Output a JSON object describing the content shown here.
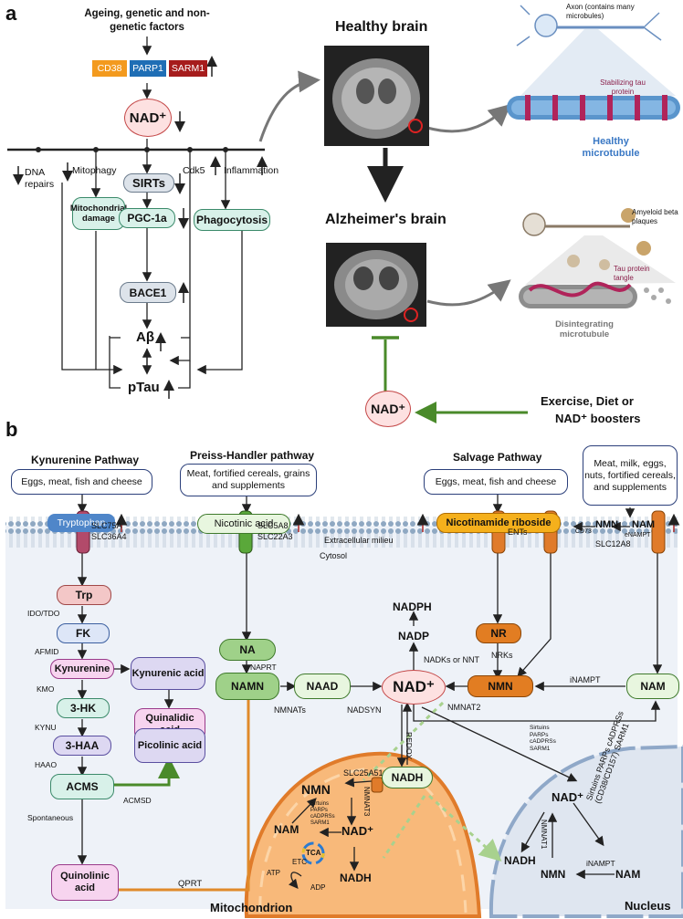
{
  "panel_a": {
    "label": "a",
    "ageing_title": "Ageing, genetic and non-genetic factors",
    "enzymes": [
      {
        "label": "CD38",
        "color": "#f39a1e"
      },
      {
        "label": "PARP1",
        "color": "#1f6eb5"
      },
      {
        "label": "SARM1",
        "color": "#a61c1c"
      }
    ],
    "nad": "NAD⁺",
    "dna_repairs": "DNA repairs",
    "mitophagy": "Mitophagy",
    "mito_damage": "Mitochondrial damage",
    "sirts": "SIRTs",
    "cdk5": "Cdk5",
    "inflammation": "Inflammation",
    "phagocytosis": "Phagocytosis",
    "pgc": "PGC-1a",
    "bace": "BACE1",
    "abeta": "Aβ",
    "ptau": "pTau",
    "healthy_brain": "Healthy brain",
    "alz_brain": "Alzheimer's brain",
    "axon_note": "Axon (contains many microbules)",
    "stab_tau": "Stabilizing tau protein",
    "healthy_mt": "Healthy microtubule",
    "amyloid": "Amyeloid beta plaques",
    "tau_tangle": "Tau protein tangle",
    "disint_mt": "Disintegrating microtubule",
    "booster_nad": "NAD⁺",
    "exercise": "Exercise, Diet or",
    "boosters": "NAD⁺ boosters"
  },
  "panel_b": {
    "label": "b",
    "kyn_title": "Kynurenine Pathway",
    "ph_title": "Preiss-Handler pathway",
    "salv_title": "Salvage Pathway",
    "kyn_src": "Eggs, meat, fish and cheese",
    "ph_src": "Meat, fortified cereals, grains and supplements",
    "salv_src": "Eggs, meat, fish and cheese",
    "nam_src": "Meat, milk, eggs, nuts, fortified cereals, and supplements",
    "tryptophan": "Tryptophan",
    "nicotinic": "Nicotinic acid",
    "nr_ext": "Nicotinamide riboside",
    "cd73": "CD73",
    "nmn_ext": "NMN",
    "nam_ext": "NAM",
    "enampt": "eNAMPT",
    "extracellular": "Extracellular milieu",
    "cytosol": "Cytosol",
    "slc75": "SLC75A",
    "slc36": "SLC36A4",
    "slc5": "SLC5A8",
    "slc22": "SLC22A3",
    "ents": "ENTs",
    "slc12": "SLC12A8",
    "trp": "Trp",
    "ido": "IDO/TDO",
    "fk": "FK",
    "afmid": "AFMID",
    "kynurenine": "Kynurenine",
    "kyn_acid": "Kynurenic acid",
    "kmo": "KMO",
    "hk": "3-HK",
    "quinaldic": "Quinalidic acid",
    "kynu": "KYNU",
    "haa": "3-HAA",
    "picolinic": "Picolinic acid",
    "haao": "HAAO",
    "acms": "ACMS",
    "acmsd": "ACMSD",
    "spontaneous": "Spontaneous",
    "quinolinic": "Quinolinic acid",
    "qprt": "QPRT",
    "na": "NA",
    "naprt": "NAPRT",
    "namn": "NAMN",
    "nmnats": "NMNATs",
    "naad": "NAAD",
    "nadsyn": "NADSYN",
    "nad": "NAD⁺",
    "nadph": "NADPH",
    "nadp": "NADP",
    "nadks": "NADKs or NNT",
    "nr": "NR",
    "nrks": "NRKs",
    "nmn": "NMN",
    "nmnat2": "NMNAT2",
    "inampt": "iNAMPT",
    "nam": "NAM",
    "consumers": "Sirtuins PARPs cADPRSs SARM1",
    "redox": "REDOX",
    "slc25": "SLC25A51",
    "nadh": "NADH",
    "mito_nmn": "NMN",
    "nmnat3": "NMNAT3",
    "mito_consumers": "Sirtuins PARPs cADPRSs SARM1",
    "mito_nam": "NAM",
    "mito_nad": "NAD⁺",
    "tca": "TCA",
    "etc": "ETC",
    "atp": "ATP",
    "adp": "ADP",
    "mito_nadh": "NADH",
    "mitochondrion": "Mitochondrion",
    "nuc_nad": "NAD⁺",
    "nuc_consumers": "Sirtuins PARPs cADPRSs (CD38/CD157) SARM1",
    "nmnat1": "NMNAT1",
    "nuc_nadh": "NADH",
    "nuc_nmn": "NMN",
    "nuc_inampt": "iNAMPT",
    "nuc_nam": "NAM",
    "nucleus": "Nucleus"
  }
}
